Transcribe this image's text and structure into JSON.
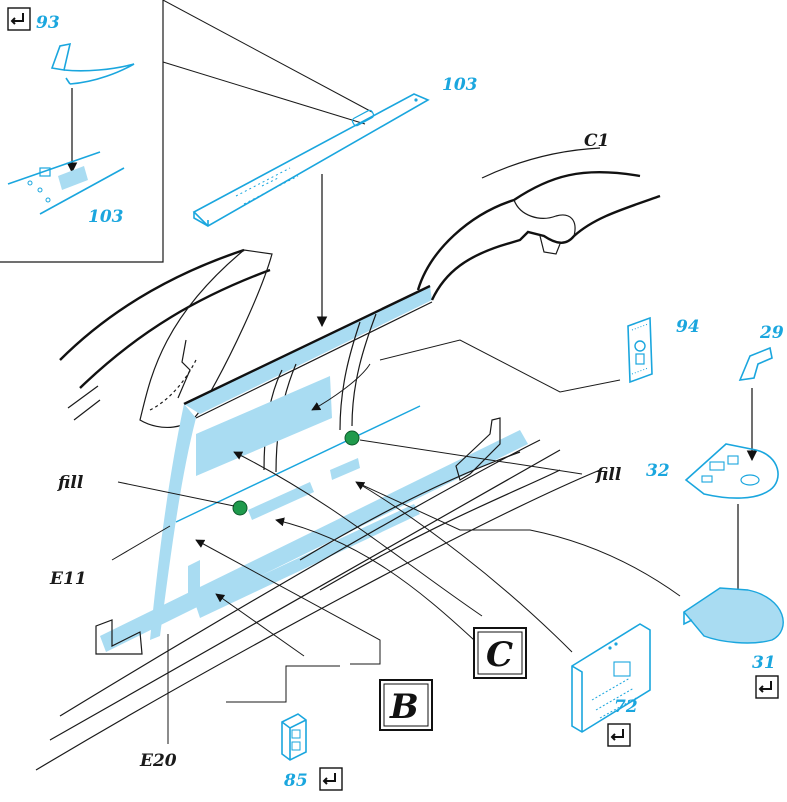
{
  "diagram": {
    "part_numbers": {
      "p93": "93",
      "p103_inset": "103",
      "p103_main": "103",
      "p94": "94",
      "p29": "29",
      "p32": "32",
      "p31": "31",
      "p72": "72",
      "p85": "85"
    },
    "component_labels": {
      "c1": "C1",
      "e11": "E11",
      "e20": "E20"
    },
    "notes": {
      "fill_left": "fill",
      "fill_right": "fill"
    },
    "section_markers": {
      "b": "B",
      "c": "C"
    },
    "icons": [
      "glue-mark-icon",
      "arrow-icon"
    ],
    "colors": {
      "part_blue": "#1aa6de",
      "panel_blue": "#a9dcf2",
      "fill_green": "#1f9a4c",
      "ink": "#1a1a1a"
    }
  }
}
